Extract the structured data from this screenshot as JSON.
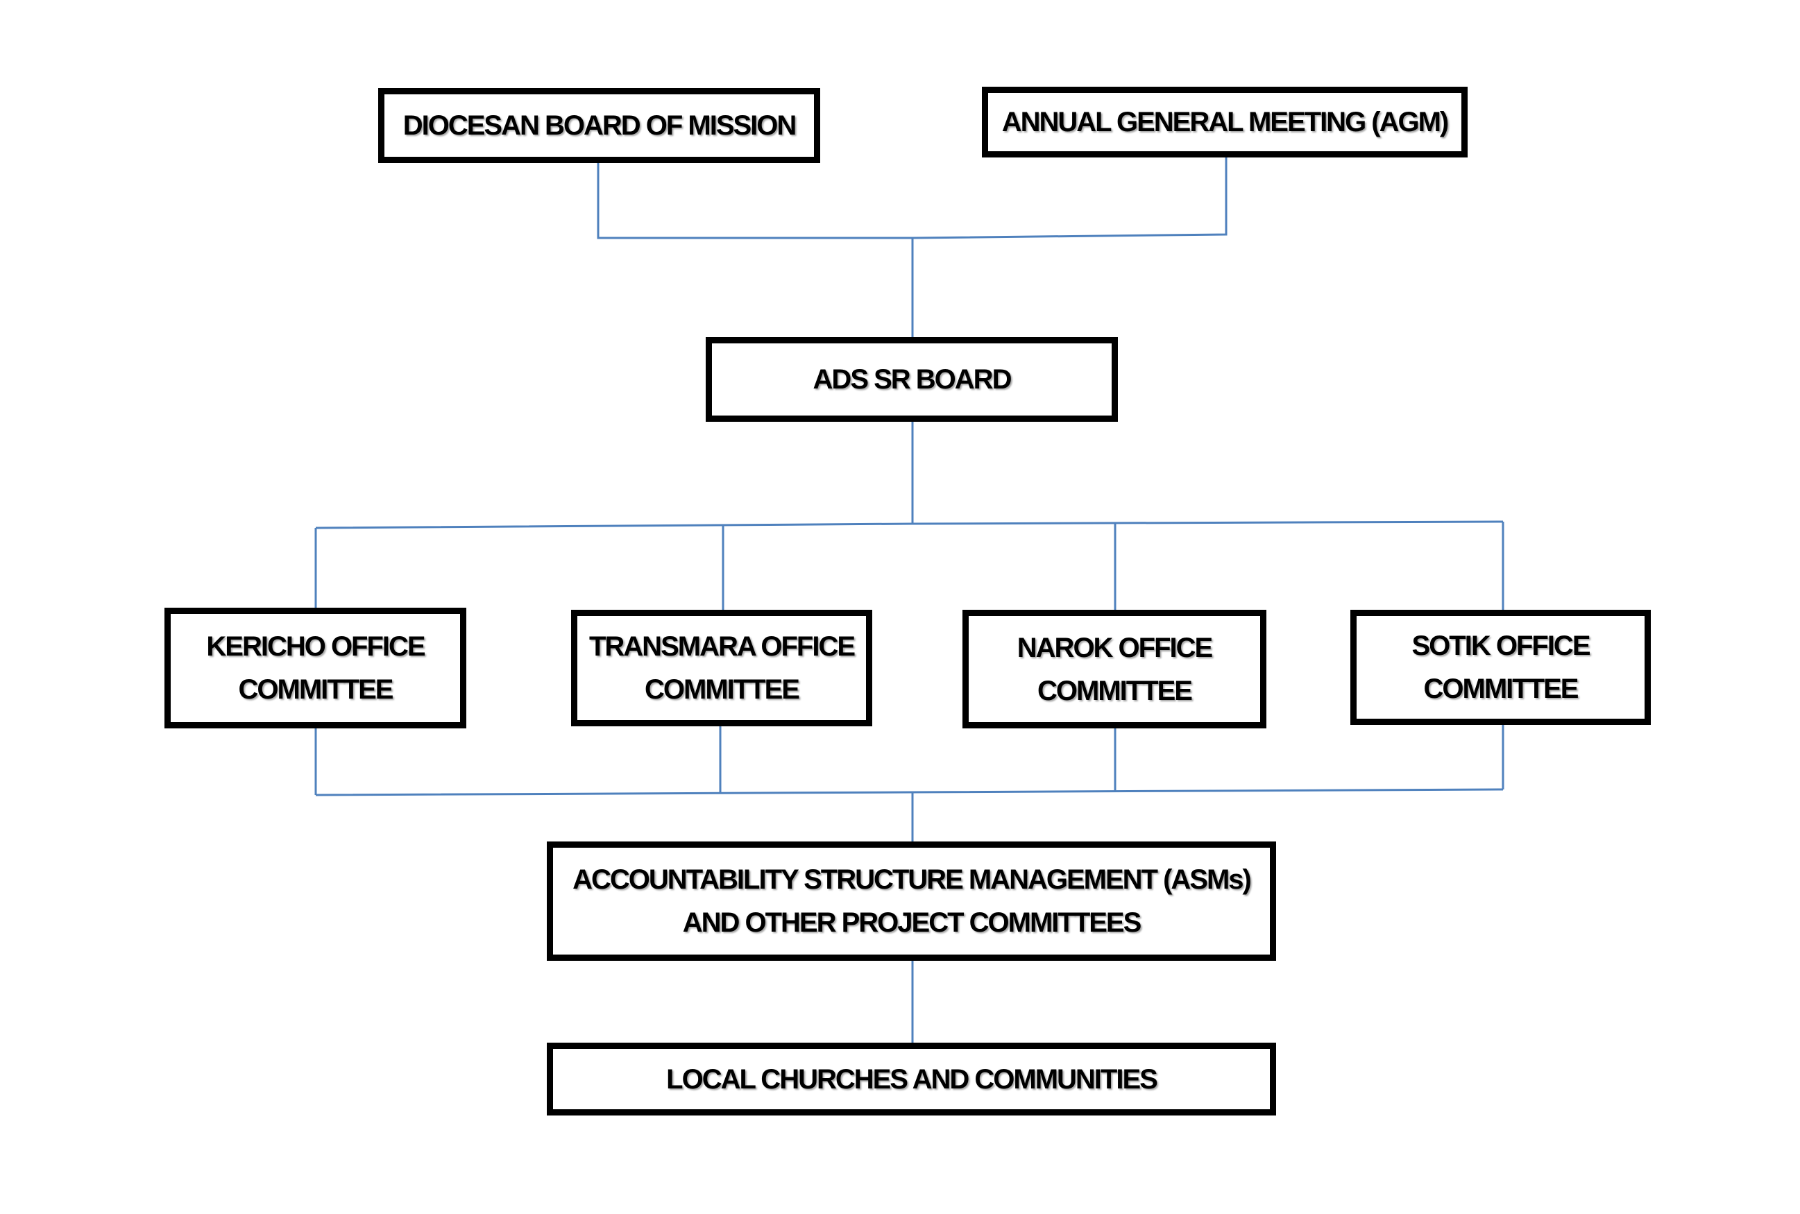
{
  "colors": {
    "connector": "#4f81bd",
    "border": "#000000",
    "background": "#ffffff"
  },
  "nodes": {
    "diocesan_board": {
      "lines": [
        "DIOCESAN BOARD OF MISSION"
      ]
    },
    "agm": {
      "lines": [
        "ANNUAL GENERAL MEETING (AGM)"
      ]
    },
    "ads_sr_board": {
      "lines": [
        "ADS SR BOARD"
      ]
    },
    "kericho": {
      "lines": [
        "KERICHO OFFICE",
        "COMMITTEE"
      ]
    },
    "transmara": {
      "lines": [
        "TRANSMARA OFFICE",
        "COMMITTEE"
      ]
    },
    "narok": {
      "lines": [
        "NAROK OFFICE",
        "COMMITTEE"
      ]
    },
    "sotik": {
      "lines": [
        "SOTIK OFFICE",
        "COMMITTEE"
      ]
    },
    "asm": {
      "lines": [
        "ACCOUNTABILITY STRUCTURE MANAGEMENT (ASMs)",
        "AND OTHER PROJECT COMMITTEES"
      ]
    },
    "local_churches": {
      "lines": [
        "LOCAL CHURCHES AND COMMUNITIES"
      ]
    }
  }
}
